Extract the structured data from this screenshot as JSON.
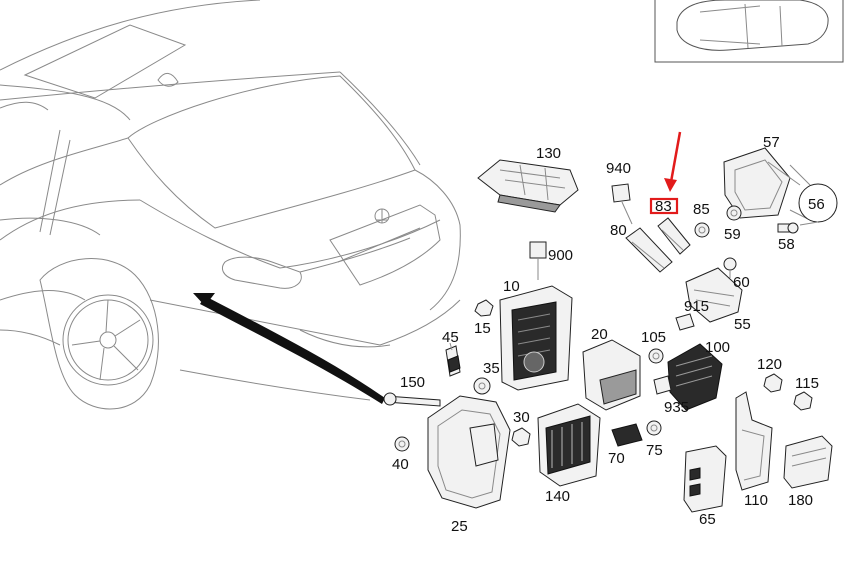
{
  "callouts": {
    "p130": "130",
    "p940": "940",
    "p83": "83",
    "p57": "57",
    "p85": "85",
    "p56": "56",
    "p80": "80",
    "p59": "59",
    "p58": "58",
    "p900": "900",
    "p60": "60",
    "p10": "10",
    "p915": "915",
    "p15": "15",
    "p55": "55",
    "p45": "45",
    "p20": "20",
    "p105": "105",
    "p100": "100",
    "p35": "35",
    "p150": "150",
    "p120": "120",
    "p115": "115",
    "p935": "935",
    "p30": "30",
    "p40": "40",
    "p75": "75",
    "p70": "70",
    "p140": "140",
    "p110": "110",
    "p180": "180",
    "p65": "65",
    "p25": "25"
  },
  "colors": {
    "highlight": "#e21b1b",
    "arrow": "#111111",
    "line_art": "#555555"
  },
  "highlighted_part": "83"
}
